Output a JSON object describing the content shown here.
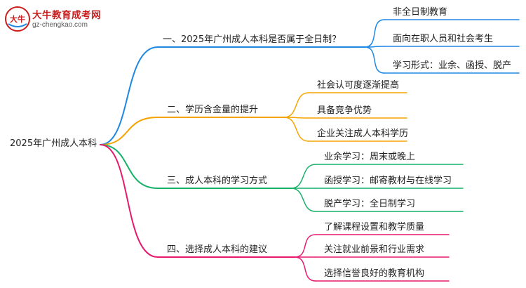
{
  "logo": {
    "title": "大牛教育成考网",
    "url": "gz-chengkao.com",
    "mark_text": "大牛"
  },
  "colors": {
    "branch1": "#1e88e5",
    "branch2": "#f5a300",
    "branch3": "#17b169",
    "branch4": "#e6196e"
  },
  "mindmap": {
    "root": "2025年广州成人本科",
    "branches": [
      {
        "label": "一、2025年广州成人本科是否属于全日制？",
        "children": [
          "非全日制教育",
          "面向在职人员和社会考生",
          "学习形式：业余、函授、脱产"
        ]
      },
      {
        "label": "二、学历含金量的提升",
        "children": [
          "社会认可度逐渐提高",
          "具备竞争优势",
          "企业关注成人本科学历"
        ]
      },
      {
        "label": "三、成人本科的学习方式",
        "children": [
          "业余学习：周末或晚上",
          "函授学习：邮寄教材与在线学习",
          "脱产学习：全日制学习"
        ]
      },
      {
        "label": "四、选择成人本科的建议",
        "children": [
          "了解课程设置和教学质量",
          "关注就业前景和行业需求",
          "选择信誉良好的教育机构"
        ]
      }
    ]
  }
}
